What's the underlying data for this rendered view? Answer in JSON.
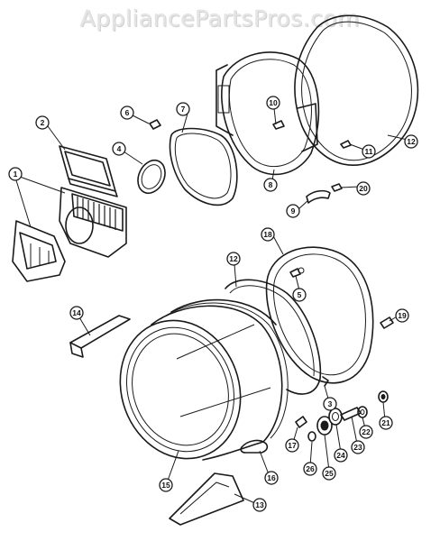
{
  "watermark": "AppliancePartsPros.com",
  "callouts": [
    "1",
    "2",
    "3",
    "4",
    "5",
    "6",
    "7",
    "8",
    "9",
    "10",
    "11",
    "12",
    "12",
    "13",
    "14",
    "15",
    "16",
    "17",
    "18",
    "19",
    "20",
    "21",
    "22",
    "23",
    "24",
    "25",
    "26"
  ]
}
